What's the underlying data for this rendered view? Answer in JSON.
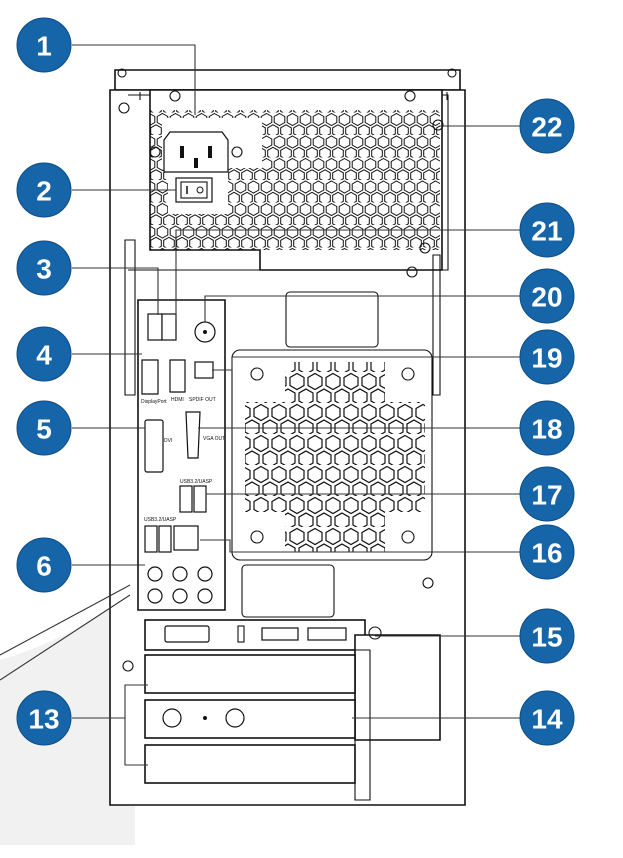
{
  "callouts": [
    {
      "id": "1",
      "label": "1"
    },
    {
      "id": "2",
      "label": "2"
    },
    {
      "id": "3",
      "label": "3"
    },
    {
      "id": "4",
      "label": "4"
    },
    {
      "id": "5",
      "label": "5"
    },
    {
      "id": "6",
      "label": "6"
    },
    {
      "id": "13",
      "label": "13"
    },
    {
      "id": "14",
      "label": "14"
    },
    {
      "id": "15",
      "label": "15"
    },
    {
      "id": "16",
      "label": "16"
    },
    {
      "id": "17",
      "label": "17"
    },
    {
      "id": "18",
      "label": "18"
    },
    {
      "id": "19",
      "label": "19"
    },
    {
      "id": "20",
      "label": "20"
    },
    {
      "id": "21",
      "label": "21"
    },
    {
      "id": "22",
      "label": "22"
    }
  ],
  "port_labels": {
    "displayport": "DisplayPort",
    "hdmi": "HDMI",
    "spdif": "SPDIF OUT",
    "vga": "VGA OUT",
    "dvi": "DVI",
    "usb_top": "USB3.2/UASP",
    "usb_bottom": "USB3.2/UASP"
  },
  "colors": {
    "callout_fill": "#1565a8",
    "line": "#111111",
    "background": "#ffffff"
  }
}
